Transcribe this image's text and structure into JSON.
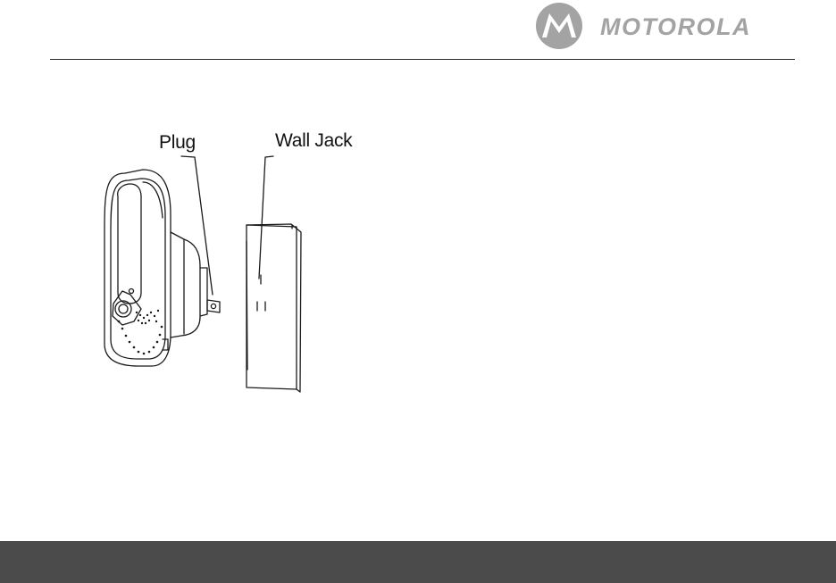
{
  "header": {
    "brand_name": "MOTOROLA"
  },
  "figure": {
    "labels": {
      "plug": "Plug",
      "wall_jack": "Wall Jack"
    }
  },
  "colors": {
    "logo_gray": "#a3a3a3",
    "rule": "#2a2a2a",
    "footer_bar": "#4b4b4b",
    "line_art": "#1a1a1a"
  }
}
